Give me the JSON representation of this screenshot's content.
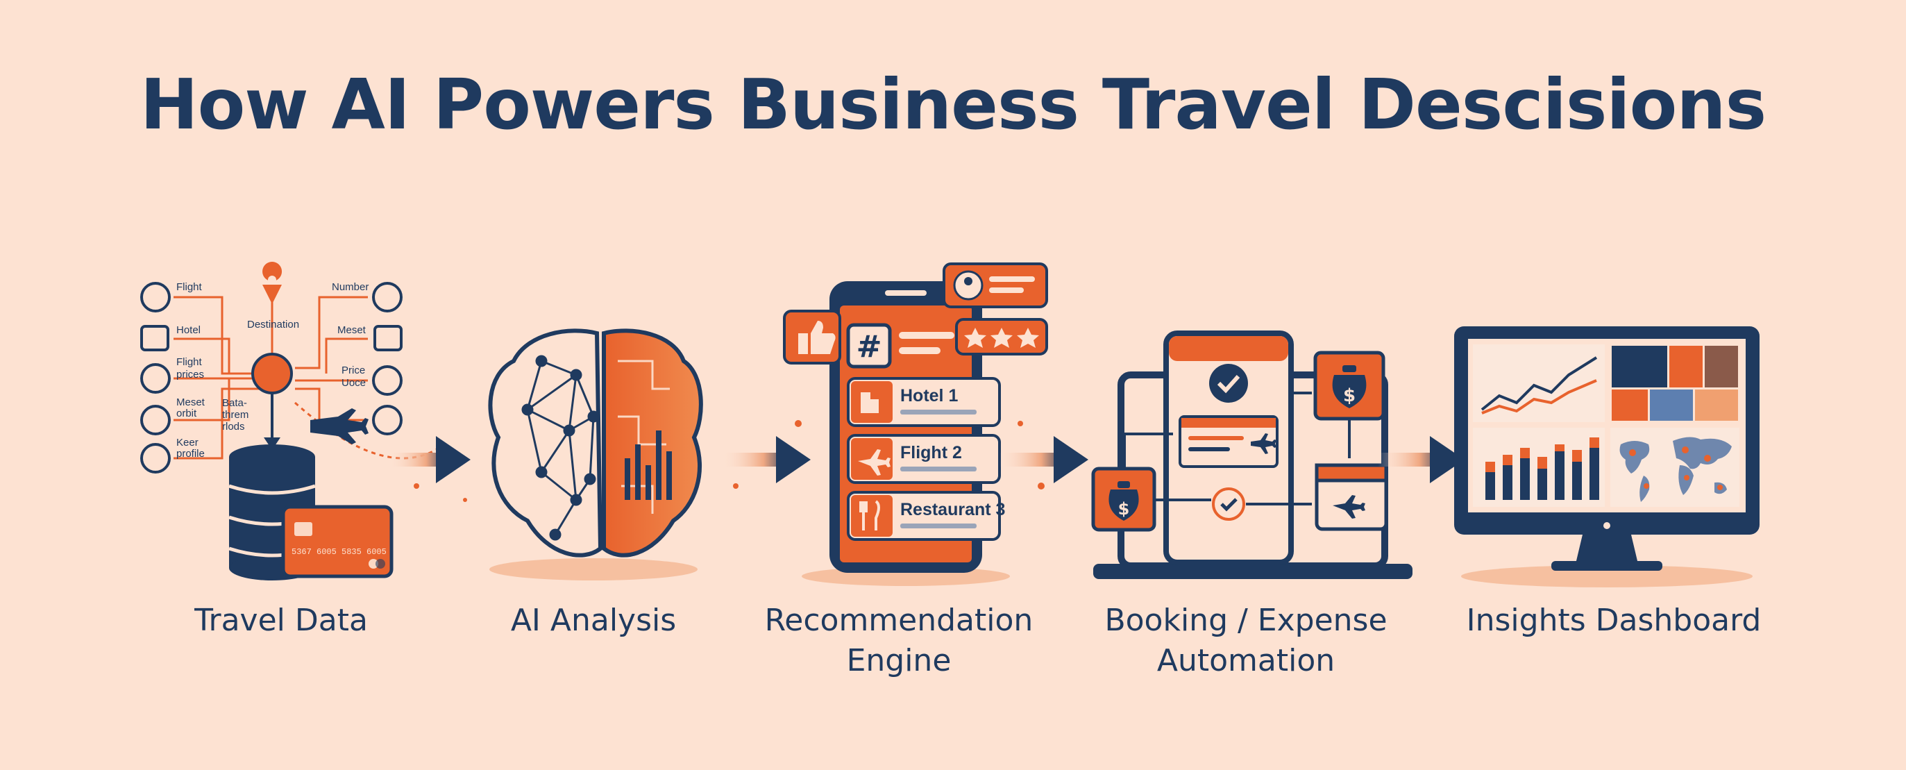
{
  "title": "How AI Powers Business Travel Descisions",
  "colors": {
    "navy": "#1f3a5f",
    "orange": "#e8622d",
    "background": "#fde2d2"
  },
  "stages": [
    {
      "id": "travel-data",
      "label": "Travel Data",
      "icon": "data-hub-icon",
      "data_labels": [
        "Flight",
        "Hotel",
        "Flight prices",
        "Meset orbit",
        "Keer profile",
        "Destination",
        "Number",
        "Meset",
        "Price Uoce",
        "Bata-threm rlods"
      ],
      "card_number": "5367 6005 5835 6005"
    },
    {
      "id": "ai-analysis",
      "label": "AI Analysis",
      "icon": "brain-icon"
    },
    {
      "id": "recommendation-engine",
      "label_lines": [
        "Recommendation",
        "Engine"
      ],
      "icon": "smartphone-icon",
      "hashtag": "#",
      "cards": [
        {
          "label": "Hotel 1",
          "icon": "hotel-icon"
        },
        {
          "label": "Flight 2",
          "icon": "airplane-icon"
        },
        {
          "label": "Restaurant 3",
          "icon": "restaurant-icon"
        }
      ]
    },
    {
      "id": "booking-expense",
      "label_lines": [
        "Booking / Expense",
        "Automation"
      ],
      "icon": "laptop-icon"
    },
    {
      "id": "insights-dashboard",
      "label": "Insights Dashboard",
      "icon": "monitor-icon"
    }
  ]
}
